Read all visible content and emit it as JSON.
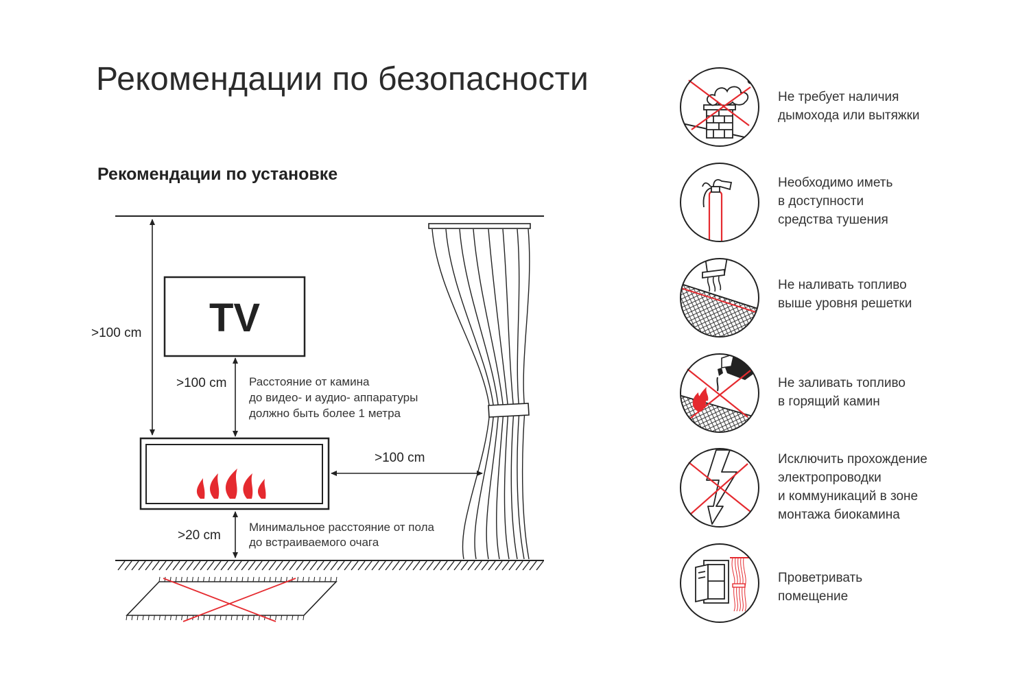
{
  "header": {
    "title": "Рекомендации по безопасности",
    "subtitle": "Рекомендации по установке"
  },
  "diagram": {
    "tv_label": "TV",
    "dim_ceiling": ">100 cm",
    "dim_tv": ">100 cm",
    "dim_curtain": ">100 cm",
    "dim_floor": ">20 cm",
    "tv_note": [
      "Расстояние от камина",
      "до видео- и аудио- аппаратуры",
      "должно быть более 1 метра"
    ],
    "floor_note": [
      "Минимальное расстояние от пола",
      "до встраиваемого очага"
    ]
  },
  "tips": [
    {
      "icon": "no-chimney-icon",
      "text": "Не требует наличия\nдымохода или вытяжки"
    },
    {
      "icon": "fire-extinguisher-icon",
      "text": "Необходимо иметь\nв доступности\nсредства тушения"
    },
    {
      "icon": "fuel-level-grate-icon",
      "text": "Не наливать топливо\nвыше уровня решетки"
    },
    {
      "icon": "no-refuel-burning-icon",
      "text": "Не заливать топливо\nв горящий камин"
    },
    {
      "icon": "no-wiring-icon",
      "text": "Исключить прохождение\nэлектропроводки\nи коммуникаций в зоне\nмонтажа биокамина"
    },
    {
      "icon": "ventilate-room-icon",
      "text": "Проветривать\nпомещение"
    }
  ],
  "colors": {
    "accent": "#e52a2f",
    "line": "#222222"
  }
}
